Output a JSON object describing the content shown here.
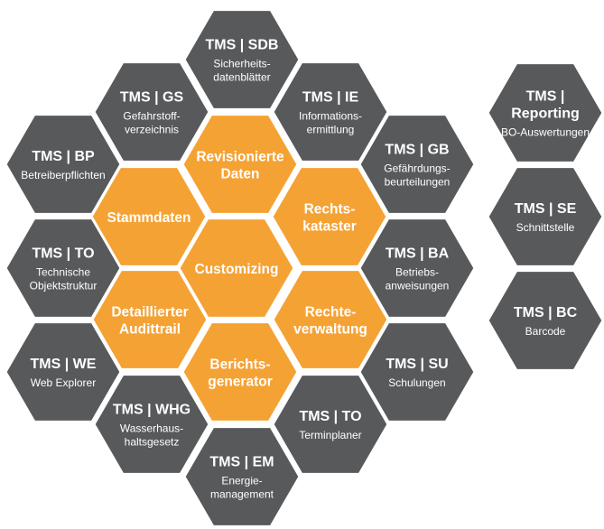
{
  "colors": {
    "module": "#58595b",
    "core": "#f5a234",
    "text": "#ffffff",
    "background": "#ffffff"
  },
  "core": [
    {
      "id": "revisionierte-daten",
      "lines": [
        "Revisionierte",
        "Daten"
      ]
    },
    {
      "id": "stammdaten",
      "lines": [
        "Stammdaten"
      ]
    },
    {
      "id": "rechtskataster",
      "lines": [
        "Rechts-",
        "kataster"
      ]
    },
    {
      "id": "customizing",
      "lines": [
        "Customizing"
      ]
    },
    {
      "id": "detaillierter-audittrail",
      "lines": [
        "Detaillierter",
        "Audittrail"
      ]
    },
    {
      "id": "rechteverwaltung",
      "lines": [
        "Rechte-",
        "verwaltung"
      ]
    },
    {
      "id": "berichtsgenerator",
      "lines": [
        "Berichts-",
        "generator"
      ]
    }
  ],
  "modules": [
    {
      "id": "sdb",
      "title": [
        "TMS | SDB"
      ],
      "sub": [
        "Sicherheits-",
        "datenblätter"
      ]
    },
    {
      "id": "gs",
      "title": [
        "TMS | GS"
      ],
      "sub": [
        "Gefahrstoff-",
        "verzeichnis"
      ]
    },
    {
      "id": "ie",
      "title": [
        "TMS | IE"
      ],
      "sub": [
        "Informations-",
        "ermittlung"
      ]
    },
    {
      "id": "bp",
      "title": [
        "TMS | BP"
      ],
      "sub": [
        "Betreiberpflichten"
      ]
    },
    {
      "id": "gb",
      "title": [
        "TMS | GB"
      ],
      "sub": [
        "Gefährdungs-",
        "beurteilungen"
      ]
    },
    {
      "id": "to-objekt",
      "title": [
        "TMS | TO"
      ],
      "sub": [
        "Technische",
        "Objektstruktur"
      ]
    },
    {
      "id": "ba",
      "title": [
        "TMS | BA"
      ],
      "sub": [
        "Betriebs-",
        "anweisungen"
      ]
    },
    {
      "id": "we",
      "title": [
        "TMS | WE"
      ],
      "sub": [
        "Web Explorer"
      ]
    },
    {
      "id": "su",
      "title": [
        "TMS | SU"
      ],
      "sub": [
        "Schulungen"
      ]
    },
    {
      "id": "whg",
      "title": [
        "TMS | WHG"
      ],
      "sub": [
        "Wasserhaus-",
        "haltsgesetz"
      ]
    },
    {
      "id": "to-termin",
      "title": [
        "TMS | TO"
      ],
      "sub": [
        "Terminplaner"
      ]
    },
    {
      "id": "em",
      "title": [
        "TMS | EM"
      ],
      "sub": [
        "Energie-",
        "management"
      ]
    },
    {
      "id": "reporting",
      "title": [
        "TMS |",
        "Reporting"
      ],
      "sub": [
        "BO-Auswertungen"
      ]
    },
    {
      "id": "se",
      "title": [
        "TMS | SE"
      ],
      "sub": [
        "Schnittstelle"
      ]
    },
    {
      "id": "bc",
      "title": [
        "TMS | BC"
      ],
      "sub": [
        "Barcode"
      ]
    }
  ]
}
